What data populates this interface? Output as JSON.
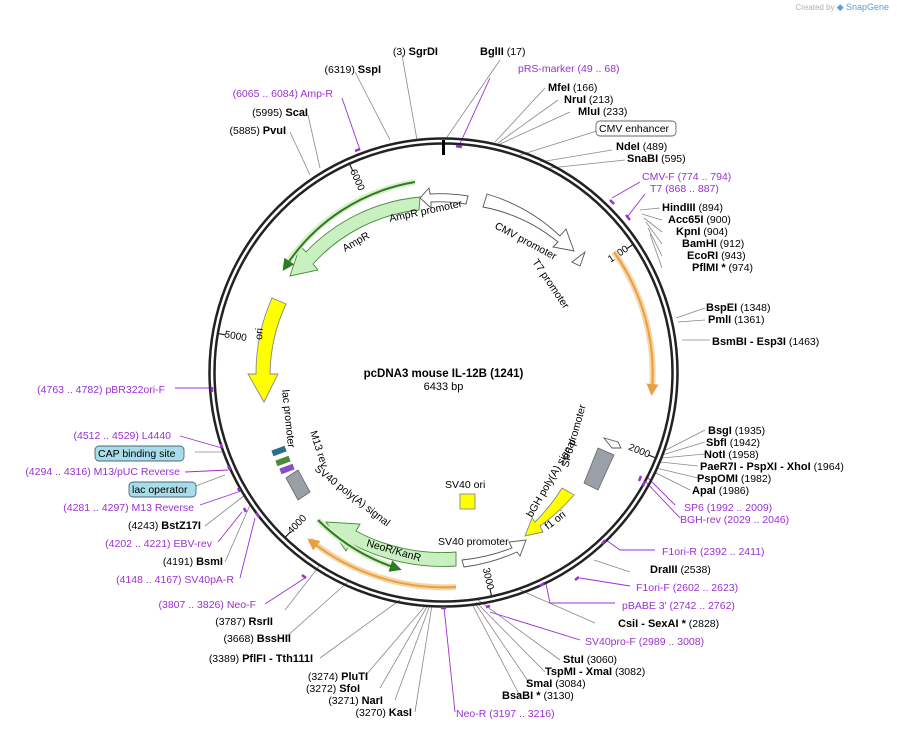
{
  "credit": {
    "prefix": "Created by",
    "brand": "SnapGene"
  },
  "plasmid": {
    "name": "pcDNA3 mouse IL-12B (1241)",
    "size_text": "6433 bp",
    "length": 6433
  },
  "ring_ticks": [
    "1000",
    "2000",
    "3000",
    "4000",
    "5000",
    "6000"
  ],
  "features": [
    {
      "label": "CMV enhancer",
      "boxed": true
    },
    {
      "label": "CMV promoter"
    },
    {
      "label": "T7 promoter"
    },
    {
      "label": "SP6 promoter"
    },
    {
      "label": "bGH poly(A) signal"
    },
    {
      "label": "f1 ori"
    },
    {
      "label": "SV40 ori"
    },
    {
      "label": "SV40 promoter"
    },
    {
      "label": "NeoR/KanR"
    },
    {
      "label": "SV40 poly(A) signal"
    },
    {
      "label": "M13 rev"
    },
    {
      "label": "lac promoter"
    },
    {
      "label": "ori"
    },
    {
      "label": "AmpR"
    },
    {
      "label": "AmpR promoter"
    },
    {
      "label": "CAP binding site",
      "boxed": true
    },
    {
      "label": "lac operator",
      "boxed": true
    }
  ],
  "sites": [
    {
      "name": "SgrDI",
      "pos": "(3)"
    },
    {
      "name": "BglII",
      "pos": "(17)"
    },
    {
      "name": "SspI",
      "pos": "(6319)"
    },
    {
      "name": "MfeI",
      "pos": "(166)"
    },
    {
      "name": "NruI",
      "pos": "(213)"
    },
    {
      "name": "MluI",
      "pos": "(233)"
    },
    {
      "name": "ScaI",
      "pos": "(5995)"
    },
    {
      "name": "PvuI",
      "pos": "(5885)"
    },
    {
      "name": "NdeI",
      "pos": "(489)"
    },
    {
      "name": "SnaBI",
      "pos": "(595)"
    },
    {
      "name": "HindIII",
      "pos": "(894)"
    },
    {
      "name": "Acc65I",
      "pos": "(900)"
    },
    {
      "name": "KpnI",
      "pos": "(904)"
    },
    {
      "name": "BamHI",
      "pos": "(912)"
    },
    {
      "name": "EcoRI",
      "pos": "(943)"
    },
    {
      "name": "PflMI *",
      "pos": "(974)"
    },
    {
      "name": "BspEI",
      "pos": "(1348)"
    },
    {
      "name": "PmlI",
      "pos": "(1361)"
    },
    {
      "name": "BsmBI - Esp3I",
      "pos": "(1463)"
    },
    {
      "name": "BsgI",
      "pos": "(1935)"
    },
    {
      "name": "SbfI",
      "pos": "(1942)"
    },
    {
      "name": "NotI",
      "pos": "(1958)"
    },
    {
      "name": "PaeR7I - PspXI - XhoI",
      "pos": "(1964)"
    },
    {
      "name": "PspOMI",
      "pos": "(1982)"
    },
    {
      "name": "ApaI",
      "pos": "(1986)"
    },
    {
      "name": "DraIII",
      "pos": "(2538)"
    },
    {
      "name": "CsiI - SexAI *",
      "pos": "(2828)"
    },
    {
      "name": "StuI",
      "pos": "(3060)"
    },
    {
      "name": "TspMI - XmaI",
      "pos": "(3082)"
    },
    {
      "name": "SmaI",
      "pos": "(3084)"
    },
    {
      "name": "BsaBI *",
      "pos": "(3130)"
    },
    {
      "name": "KasI",
      "pos": "(3270)"
    },
    {
      "name": "NarI",
      "pos": "(3271)"
    },
    {
      "name": "SfoI",
      "pos": "(3272)"
    },
    {
      "name": "PluTI",
      "pos": "(3274)"
    },
    {
      "name": "PflFI - Tth111I",
      "pos": "(3389)"
    },
    {
      "name": "BssHII",
      "pos": "(3668)"
    },
    {
      "name": "RsrII",
      "pos": "(3787)"
    },
    {
      "name": "BsmI",
      "pos": "(4191)"
    },
    {
      "name": "BstZ17I",
      "pos": "(4243)"
    }
  ],
  "primers": [
    {
      "name": "pRS-marker",
      "range": "(49 .. 68)"
    },
    {
      "name": "Amp-R",
      "range": "(6065 .. 6084)"
    },
    {
      "name": "CMV-F",
      "range": "(774 .. 794)"
    },
    {
      "name": "T7",
      "range": "(868 .. 887)"
    },
    {
      "name": "SP6",
      "range": "(1992 .. 2009)"
    },
    {
      "name": "BGH-rev",
      "range": "(2029 .. 2046)"
    },
    {
      "name": "F1ori-R",
      "range": "(2392 .. 2411)"
    },
    {
      "name": "F1ori-F",
      "range": "(2602 .. 2623)"
    },
    {
      "name": "pBABE 3'",
      "range": "(2742 .. 2762)"
    },
    {
      "name": "SV40pro-F",
      "range": "(2989 .. 3008)"
    },
    {
      "name": "Neo-R",
      "range": "(3197 .. 3216)"
    },
    {
      "name": "Neo-F",
      "range": "(3807 .. 3826)"
    },
    {
      "name": "SV40pA-R",
      "range": "(4148 .. 4167)"
    },
    {
      "name": "EBV-rev",
      "range": "(4202 .. 4221)"
    },
    {
      "name": "M13 Reverse",
      "range": "(4281 .. 4297)"
    },
    {
      "name": "M13/pUC Reverse",
      "range": "(4294 .. 4316)"
    },
    {
      "name": "L4440",
      "range": "(4512 .. 4529)"
    },
    {
      "name": "pBR322ori-F",
      "range": "(4763 .. 4782)"
    }
  ],
  "colors": {
    "ring": "#222222",
    "primer": "#9b30d0",
    "promoter_fill": "#ffffff",
    "marker_fill": "#c8f0c0",
    "marker_stroke": "#4a8a3a",
    "ori_fill": "#ffff00",
    "polyA_fill": "#9aa0a8",
    "orf_arrow": "#e8a040",
    "boxed_feature": "#a8dce8"
  }
}
